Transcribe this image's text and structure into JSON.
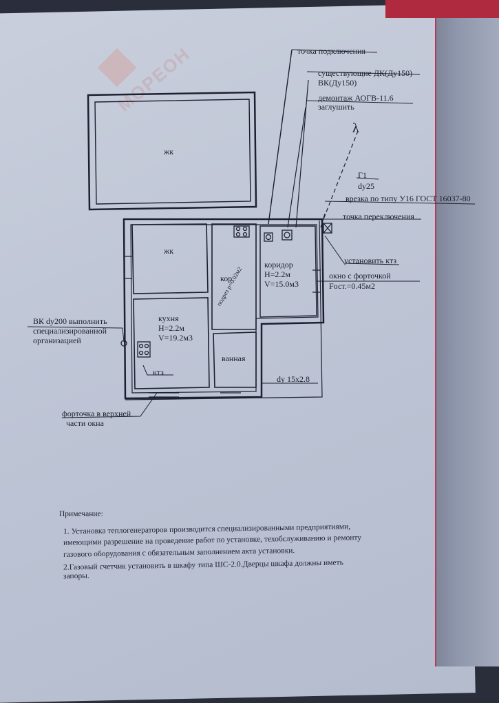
{
  "labels": {
    "tochka_podkl": "точка подключения",
    "sushch_dk": "существующие ДК(Ду150)",
    "vk": "ВК(Ду150)",
    "demontazh": "демонтаж АОГВ-11.6",
    "zaglushit": "заглушить",
    "g1": "Г1",
    "dy25": "dy25",
    "vrezka": "врезка по типу У16 ГОСТ 16037-80",
    "tochka_perekl": "точка переключения",
    "ustanovit_ktz": "установить ктз",
    "okno": "окно с форточкой",
    "fost": "Fост.=0.45м2",
    "vk_dy200": "ВК dy200 выполнить",
    "spec_org1": "специализированной",
    "spec_org2": "организацией",
    "ktz": "ктз",
    "dy_15x28": "dy 15x2.8",
    "fortochka1": "форточка в верхней",
    "fortochka2": "части окна",
    "podrez": "подрез р=0.02м2",
    "lambda": "λ"
  },
  "rooms": {
    "zhk1": "жк",
    "zhk2": "жк",
    "kor": "кор.",
    "koridor_name": "коридор",
    "koridor_h": "H=2.2м",
    "koridor_v": "V=15.0м3",
    "kuhnya_name": "кухня",
    "kuhnya_h": "H=2.2м",
    "kuhnya_v": "V=19.2м3",
    "vannaya": "ванная"
  },
  "notes": {
    "heading": "Примечание:",
    "line1": "1. Установка теплогенераторов производится специализированными предприятиями,",
    "line2": "имеющими разрешение на проведение работ по установке, техобслуживанию и ремонту",
    "line3": "газового оборудования с обязательным заполнением акта установки.",
    "line4": "2.Газовый счетчик установить в шкафу типа ШС-2.0.Дверцы шкафа должны иметь",
    "line5": "запоры."
  },
  "watermark": {
    "logo_text": "МОРЕОН"
  }
}
